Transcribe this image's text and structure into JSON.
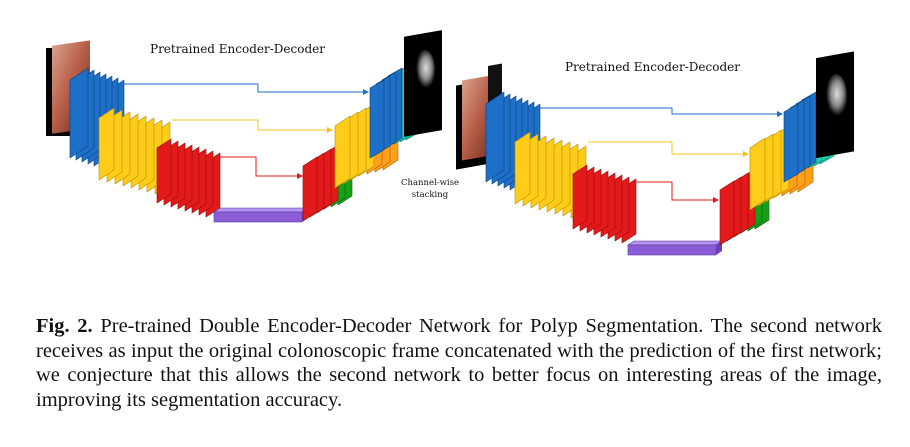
{
  "diagram": {
    "left_title": "Pretrained Encoder-Decoder",
    "right_title": "Pretrained Encoder-Decoder",
    "middle_label_line1": "Channel-wise",
    "middle_label_line2": "stacking",
    "colors": {
      "encoder_level1": "#1e6fc7",
      "encoder_level2": "#ffcc1a",
      "encoder_level3": "#e41a1a",
      "bottleneck": "#8a5cd6",
      "decoder_green": "#16a016",
      "decoder_orange": "#ff9f1a",
      "decoder_teal": "#22d3b0",
      "arrow_blue": "#1e6fc7",
      "arrow_yellow": "#f0c419",
      "arrow_red": "#e41a1a"
    }
  },
  "caption": {
    "label": "Fig. 2.",
    "text": "Pre-trained Double Encoder-Decoder Network for Polyp Segmentation. The second network receives as input the original colonoscopic frame concatenated with the prediction of the first network; we conjecture that this allows the second network to better focus on interesting areas of the image, improving its segmentation accuracy."
  }
}
